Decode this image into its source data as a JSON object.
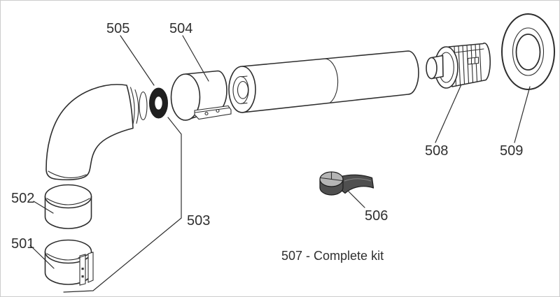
{
  "diagram": {
    "caption": "507 - Complete kit",
    "labels": {
      "p501": "501",
      "p502": "502",
      "p503": "503",
      "p504": "504",
      "p505": "505",
      "p506": "506",
      "p508": "508",
      "p509": "509"
    },
    "colors": {
      "line": "#2e2e2e",
      "text": "#2f2f2f",
      "background": "#ffffff",
      "oring_fill": "#1f1f1f",
      "tape_dark": "#4f4f4f",
      "tape_light": "#b5b5b5"
    }
  }
}
